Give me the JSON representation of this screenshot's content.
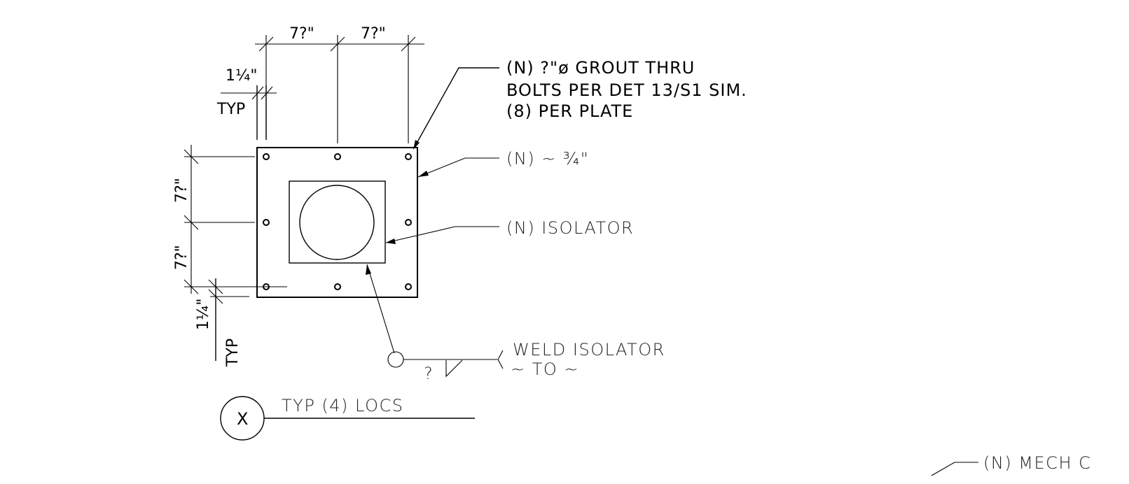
{
  "dimensions": {
    "top_left": "7?\"",
    "top_right": "7?\"",
    "top_edge": "1¼\"",
    "top_edge_note": "TYP",
    "left_upper": "7?\"",
    "left_lower": "7?\"",
    "bottom_edge": "1¼\"",
    "bottom_edge_note": "TYP"
  },
  "callouts": {
    "bolts": {
      "line1": "(N) ?\"ø GROUT THRU",
      "line2": "BOLTS PER DET 13/S1 SIM.",
      "line3": "(8) PER PLATE"
    },
    "plate": "(N) ~ ¾\"",
    "isolator": "(N) ISOLATOR",
    "weld": {
      "line1": "WELD ISOLATOR",
      "line2": "~ TO ~",
      "size": "?"
    },
    "mech": "(N) MECH C"
  },
  "detail_tag": {
    "symbol": "X",
    "note": "TYP (4) LOCS"
  }
}
